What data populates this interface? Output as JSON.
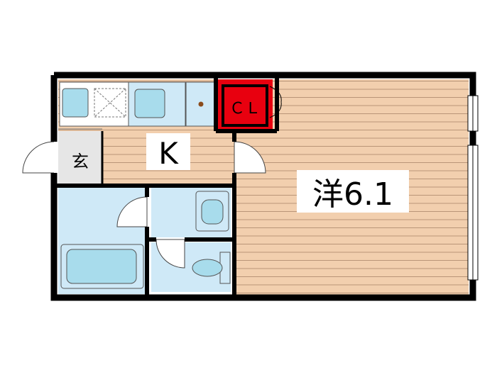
{
  "rooms": {
    "western": {
      "label": "洋6.1"
    },
    "kitchen": {
      "label": "K"
    },
    "entrance": {
      "label": "玄"
    },
    "closet": {
      "label": "ＣＬ"
    }
  },
  "colors": {
    "wall": "#000000",
    "floor_wood": "#f2cfae",
    "floor_line": "#b99578",
    "wet_area": "#cfe9f7",
    "fixture": "#a8dcec",
    "closet": "#e8000f",
    "entrance_floor": "#e6e6e6"
  }
}
